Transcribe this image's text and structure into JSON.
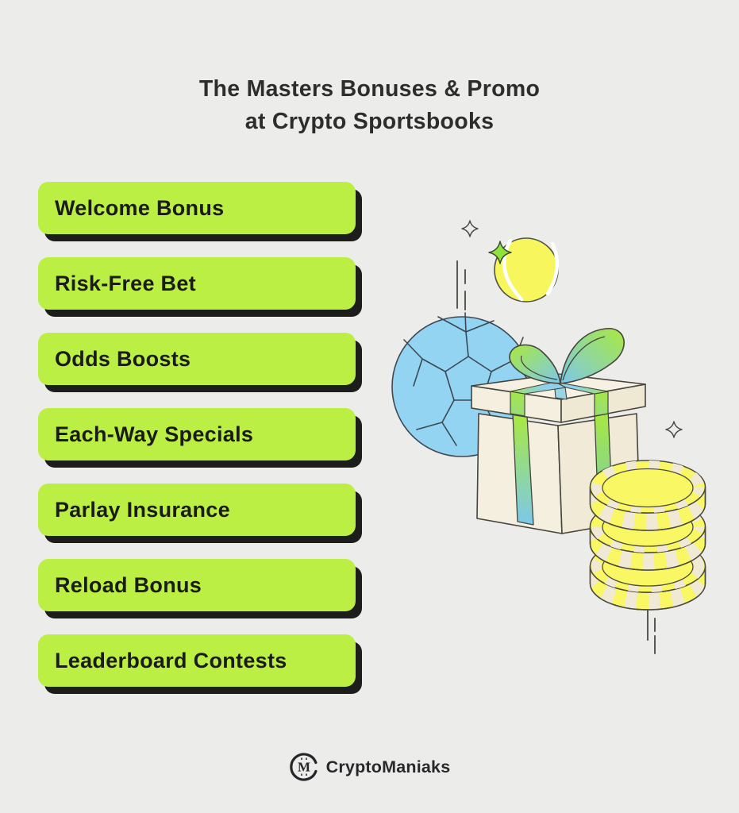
{
  "page": {
    "background_color": "#ECECEA"
  },
  "title": {
    "line1": "The Masters Bonuses & Promo",
    "line2": "at Crypto Sportsbooks",
    "color": "#2D2D2D"
  },
  "promo_buttons": [
    {
      "label": "Welcome Bonus"
    },
    {
      "label": "Risk-Free Bet"
    },
    {
      "label": "Odds Boosts"
    },
    {
      "label": "Each-Way Specials"
    },
    {
      "label": "Parlay Insurance"
    },
    {
      "label": "Reload Bonus"
    },
    {
      "label": "Leaderboard Contests"
    }
  ],
  "button_style": {
    "fill": "#BCEF43",
    "shadow": "#1D1D1B",
    "text_color": "#1B1B18"
  },
  "illustration": {
    "items": [
      "sparkle-icon",
      "tennis-ball-icon",
      "soccer-ball-icon",
      "gift-box-icon",
      "coin-stack-icon",
      "motion-lines"
    ],
    "tennis_ball_color": "#F7F75D",
    "soccer_ball_color": "#92D4F2",
    "gift_box_color": "#F4EFDF",
    "ribbon_green": "#A9E93F",
    "ribbon_blue": "#7CC8EA",
    "coin_yellow": "#F9F763",
    "coin_stripe": "#EFE9D5",
    "sparkle_green": "#8EE23B"
  },
  "footer": {
    "brand": "CryptoManiaks",
    "logo_monogram": "M"
  }
}
